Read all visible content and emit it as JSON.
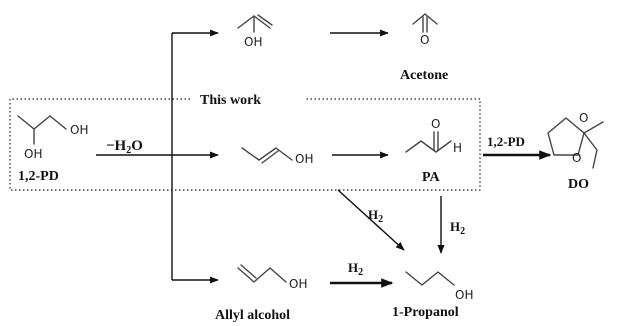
{
  "labels": {
    "this_work": "This work",
    "acetone": "Acetone",
    "propanediol": "1,2-PD",
    "propanal": "PA",
    "dioxolane": "DO",
    "allyl_alcohol": "Allyl alcohol",
    "propanol": "1-Propanol"
  },
  "reagents": {
    "dehydration_minus": "−H",
    "dehydration_sub": "2",
    "dehydration_o": "O",
    "ketalization": "1,2-PD",
    "h2_diag_h": "H",
    "h2_diag_sub": "2",
    "h2_vert_h": "H",
    "h2_vert_sub": "2",
    "h2_bottom_h": "H",
    "h2_bottom_sub": "2"
  },
  "atoms": {
    "enol_oh": "OH",
    "acetone_o": "O",
    "pd_oh_top": "OH",
    "pd_oh_bottom": "OH",
    "propenol_oh": "OH",
    "propanal_o": "O",
    "propanal_h": "H",
    "do_o_top": "O",
    "do_o_bottom": "O",
    "allyl_oh": "OH",
    "propanol_oh": "OH"
  }
}
